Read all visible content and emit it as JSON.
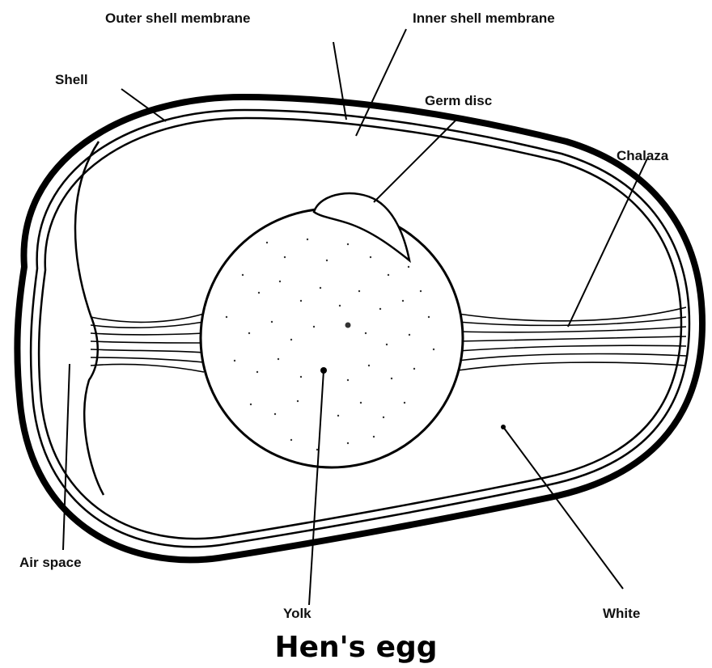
{
  "title": "Hen's egg",
  "labels": {
    "outer_shell_membrane": "Outer shell membrane",
    "inner_shell_membrane": "Inner shell membrane",
    "shell": "Shell",
    "germ_disc": "Germ disc",
    "chalaza": "Chalaza",
    "air_space": "Air space",
    "yolk": "Yolk",
    "white": "White"
  },
  "colors": {
    "ink": "#000000",
    "background": "#ffffff"
  }
}
